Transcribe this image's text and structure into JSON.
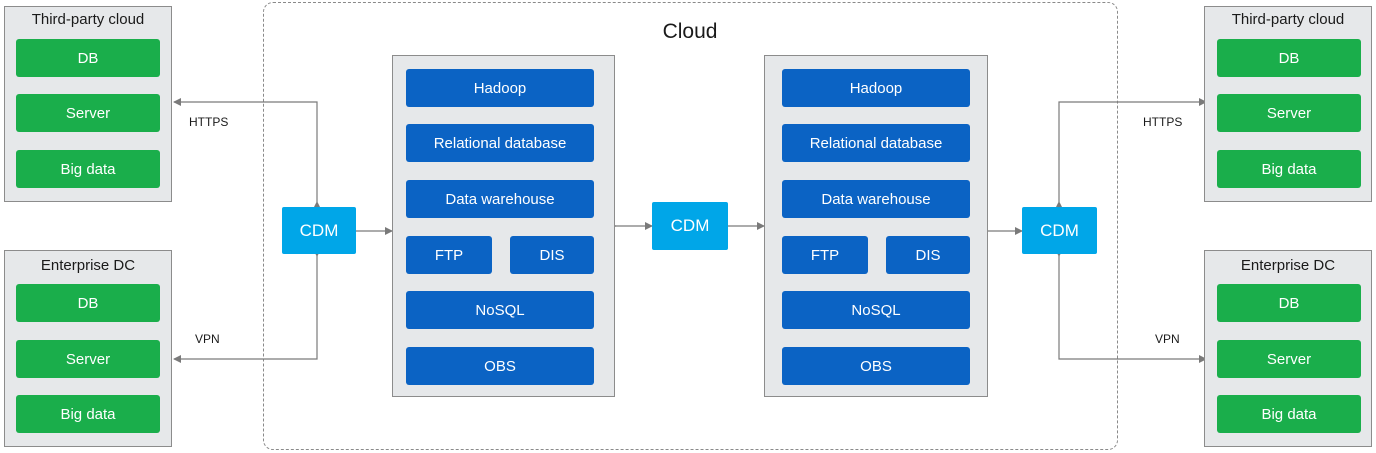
{
  "cloud": {
    "title": "Cloud"
  },
  "left_top": {
    "title": "Third-party cloud",
    "items": [
      "DB",
      "Server",
      "Big data"
    ]
  },
  "left_bottom": {
    "title": "Enterprise DC",
    "items": [
      "DB",
      "Server",
      "Big data"
    ]
  },
  "right_top": {
    "title": "Third-party cloud",
    "items": [
      "DB",
      "Server",
      "Big data"
    ]
  },
  "right_bottom": {
    "title": "Enterprise DC",
    "items": [
      "DB",
      "Server",
      "Big data"
    ]
  },
  "cdm_label": "CDM",
  "links": {
    "https": "HTTPS",
    "vpn": "VPN"
  },
  "stack_left": {
    "hadoop": "Hadoop",
    "rdb": "Relational database",
    "dw": "Data warehouse",
    "ftp": "FTP",
    "dis": "DIS",
    "nosql": "NoSQL",
    "obs": "OBS"
  },
  "stack_right": {
    "hadoop": "Hadoop",
    "rdb": "Relational database",
    "dw": "Data warehouse",
    "ftp": "FTP",
    "dis": "DIS",
    "nosql": "NoSQL",
    "obs": "OBS"
  },
  "colors": {
    "green": "#1aae4b",
    "blue": "#0b63c4",
    "cdm": "#00a6e8",
    "panel": "#e6e8ea"
  }
}
